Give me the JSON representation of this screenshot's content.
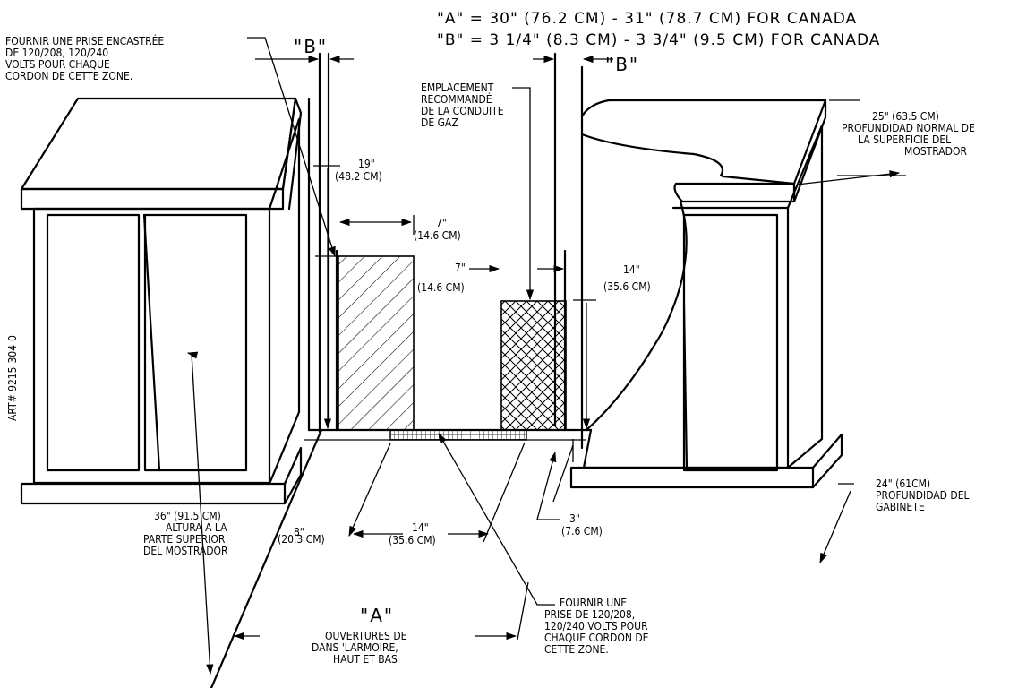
{
  "legend": {
    "line_a": "\"A\" = 30\" (76.2 CM) - 31\" (78.7 CM) FOR CANADA",
    "line_b": "\"B\" = 3 1/4\" (8.3 CM) - 3 3/4\" (9.5 CM) FOR CANADA"
  },
  "labels": {
    "b_left": "\"B\"",
    "b_right": "\"B\"",
    "a_bottom": "\"A\"",
    "outlet_top": [
      "FOURNIR UNE PRISE ENCASTRÉE",
      "DE 120/208, 120/240",
      "VOLTS POUR CHAQUE",
      "CORDON DE CETTE ZONE."
    ],
    "gas": [
      "EMPLACEMENT",
      "RECOMMANDÉ",
      "DE LA CONDUITE",
      "DE GAZ"
    ],
    "counter_depth": [
      "25\" (63.5 CM)",
      "PROFUNDIDAD NORMAL DE",
      "LA SUPERFICIE DEL",
      "MOSTRADOR"
    ],
    "cabinet_depth": [
      "24\" (61CM)",
      "PROFUNDIDAD DEL",
      "GABINETE"
    ],
    "counter_height": [
      "36\" (91.5 CM)",
      "ALTURA A LA",
      "PARTE SUPERIOR",
      "DEL MOSTRADOR"
    ],
    "opening": [
      "OUVERTURES DE",
      "DANS 'LARMOIRE,",
      "HAUT ET BAS"
    ],
    "outlet_bottom": [
      "FOURNIR UNE",
      "PRISE DE 120/208,",
      "120/240 VOLTS POUR",
      "CHAQUE CORDON DE",
      "CETTE ZONE."
    ],
    "dim_19": [
      "19\"",
      "(48.2 CM)"
    ],
    "dim_7a": [
      "7\"",
      "(14.6 CM)"
    ],
    "dim_7b": [
      "7\"",
      "(14.6 CM)"
    ],
    "dim_14a": [
      "14\"",
      "(35.6 CM)"
    ],
    "dim_14b": [
      "14\"",
      "(35.6 CM)"
    ],
    "dim_8": [
      "8\"",
      "(20.3 CM)"
    ],
    "dim_3": [
      "3\"",
      "(7.6 CM)"
    ],
    "art": "ART# 9215-304-0"
  }
}
